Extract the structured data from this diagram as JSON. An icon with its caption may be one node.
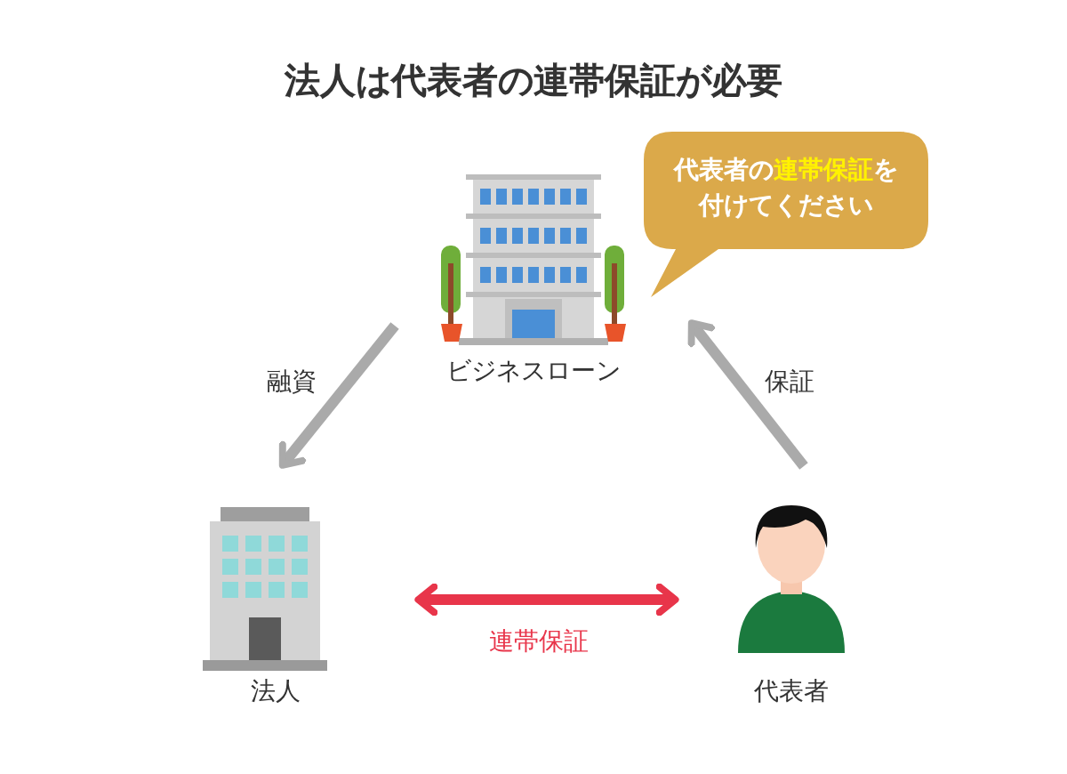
{
  "diagram": {
    "title": "法人は代表者の連帯保証が必要",
    "nodes": [
      {
        "text": [
          "ビジネスローン"
        ]
      },
      {
        "text": [
          "法人"
        ]
      },
      {
        "text": [
          "代表者"
        ]
      },
      {
        "text": [
          "代表者の**連帯保証**を付けてください"
        ]
      }
    ],
    "edges": [
      {
        "from": 0,
        "to": 1,
        "arrow": "to",
        "label": "融資"
      },
      {
        "from": 2,
        "to": 0,
        "arrow": "to",
        "label": "保証"
      },
      {
        "from": 1,
        "to": 2,
        "arrow": "both",
        "label": "連帯保証",
        "color": "#e8354a"
      }
    ]
  }
}
